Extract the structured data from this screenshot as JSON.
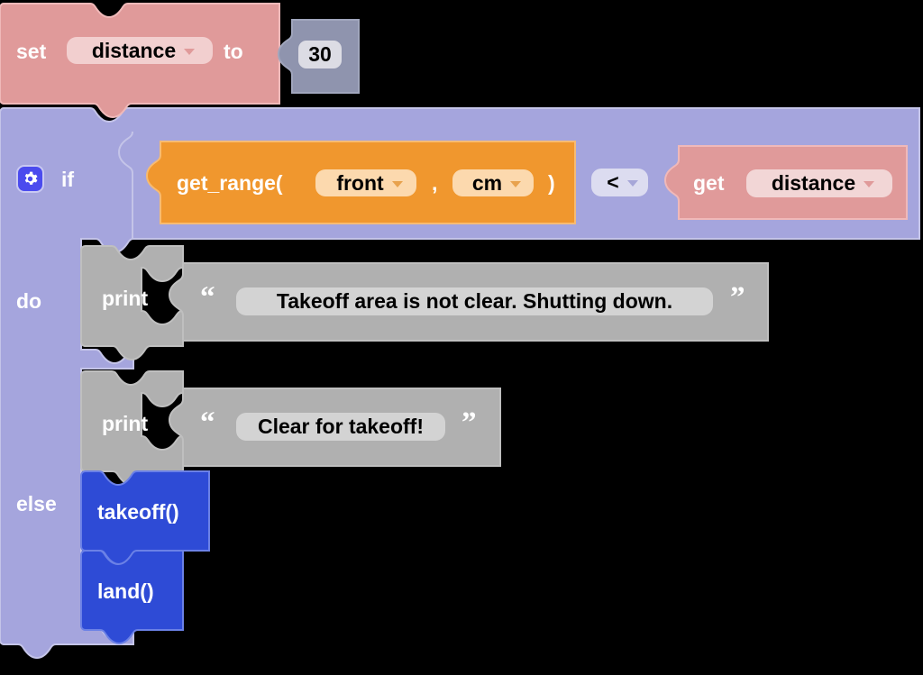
{
  "workspace": {
    "name": "blockly-workspace",
    "background": "#000000"
  },
  "palette": {
    "variable_block": "#e09a9a",
    "variable_field": "#f2cfcf",
    "control_block": "#a5a5dd",
    "sensor_block": "#f0972e",
    "sensor_field": "#fcd9ae",
    "logic_block": "#c5c5e8",
    "text_block": "#b0b0b0",
    "text_field": "#d3d3d3",
    "number_block": "#8f94ae",
    "number_field": "#dcdce4",
    "action_block": "#2e4bd6",
    "gear_button": "#4b4bee"
  },
  "blocks": {
    "set_variable": {
      "keyword": "set",
      "variable": "distance",
      "connector": "to",
      "value": "30"
    },
    "if_else": {
      "gear_icon": "gear-icon",
      "if_label": "if",
      "do_label": "do",
      "else_label": "else"
    },
    "get_range_call": {
      "name": "get_range(",
      "arg1": "front",
      "separator": ",",
      "arg2": "cm",
      "close": ")"
    },
    "comparison": {
      "operator": "<"
    },
    "get_variable": {
      "keyword": "get",
      "variable": "distance"
    },
    "print_do": {
      "keyword": "print",
      "quote_open": "“",
      "quote_close": "”",
      "text": "Takeoff area is not clear. Shutting down."
    },
    "print_else": {
      "keyword": "print",
      "quote_open": "“",
      "quote_close": "”",
      "text": "Clear for takeoff!"
    },
    "takeoff": {
      "label": "takeoff()"
    },
    "land": {
      "label": "land()"
    }
  }
}
